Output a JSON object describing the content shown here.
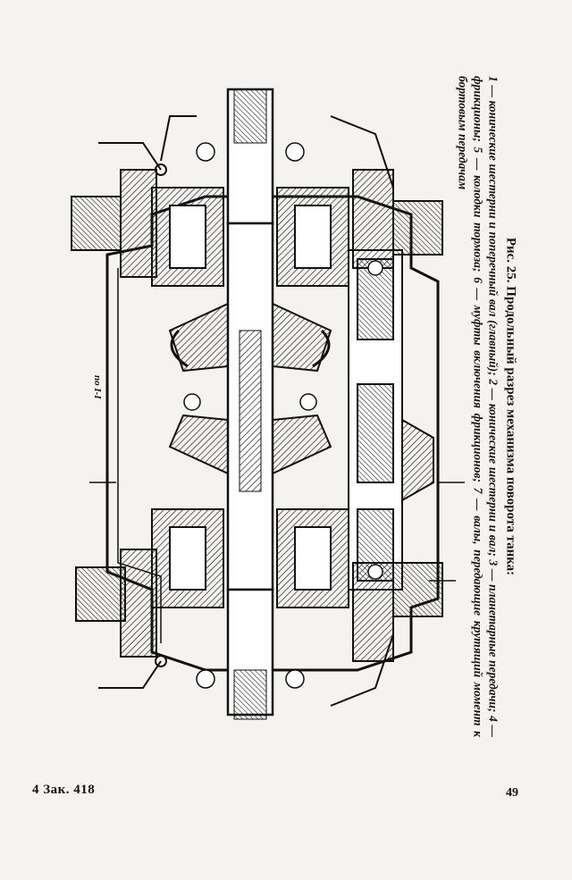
{
  "caption": {
    "title": "Рис. 25. Продольный разрез механизма поворота танка:",
    "legend": "1 — конические шестерни и поперечный вал (главный); 2 — конические шестерни и вал; 3 — планетарные передачи; 4 — фрикционы; 5 — колодки тормоза; 6 — муфты включения фрикционов; 7 — валы, передающие крутящий момент к бортовым передачам"
  },
  "side_label": "по I-I",
  "footer": {
    "order": "4  Зак. 418",
    "page_number": "49"
  },
  "colors": {
    "paper": "#f4f3ef",
    "ink": "#141414"
  }
}
